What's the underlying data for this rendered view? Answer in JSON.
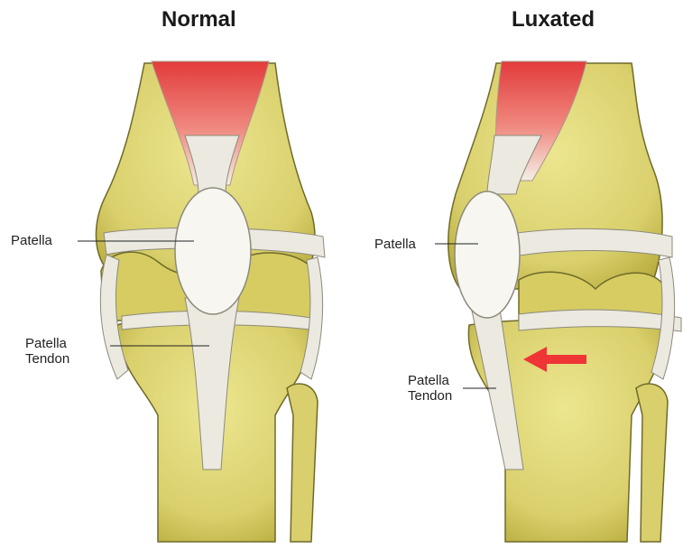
{
  "titles": {
    "normal": "Normal",
    "luxated": "Luxated"
  },
  "labels": {
    "normal_patella": "Patella",
    "normal_tendon_line1": "Patella",
    "normal_tendon_line2": "Tendon",
    "luxated_patella": "Patella",
    "luxated_tendon_line1": "Patella",
    "luxated_tendon_line2": "Tendon"
  },
  "colors": {
    "bone": "#e0d77a",
    "bone_shadow": "#b2a93a",
    "ligament": "#ebe9e0",
    "muscle": "#e23b3b",
    "arrow": "#ef3535"
  }
}
